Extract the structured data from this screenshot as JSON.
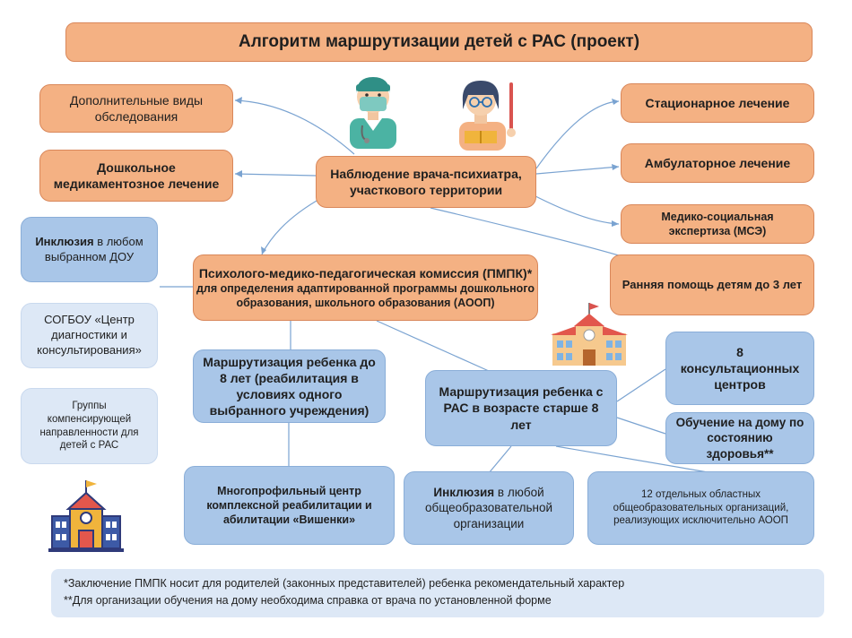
{
  "title": "Алгоритм маршрутизации детей с РАС (проект)",
  "center": {
    "line1": "Наблюдение врача-психиатра,",
    "line2": "участкового территории"
  },
  "left_top": {
    "additional_exams": "Дополнительные виды обследования",
    "preschool_medication": "Дошкольное медикаментозное лечение"
  },
  "right_top": {
    "inpatient": "Стационарное лечение",
    "outpatient": "Амбулаторное лечение",
    "mse_line1": "Медико-социальная",
    "mse_line2": "экспертиза (МСЭ)",
    "early_help": "Ранняя помощь детям до 3 лет"
  },
  "pmpk": {
    "line1": "Психолого-медико-педагогическая комиссия (ПМПК)*",
    "line2": "для определения адаптированной программы дошкольного",
    "line3": "образования, школьного образования (АООП)"
  },
  "left_side": {
    "inclusion_bold": "Инклюзия",
    "inclusion_rest": " в любом выбранном ДОУ",
    "sogbou": "СОГБОУ «Центр диагностики и консультирования»",
    "groups": "Группы компенсирующей направленности для детей с РАС"
  },
  "under8": "Маршрутизация ребенка до 8 лет (реабилитация в условиях одного выбранного учреждения)",
  "over8": "Маршрутизация ребенка с РАС в возрасте старше 8 лет",
  "consult": "8 консультационных центров",
  "homeschool": "Обучение на дому по состоянию здоровья**",
  "rehab_center": "Многопрофильный центр комплексной реабилитации и абилитации «Вишенки»",
  "inclusion_school": {
    "bold": "Инклюзия",
    "rest": " в любой общеобразовательной организации"
  },
  "aoop_orgs": "12 отдельных областных общеобразовательных организаций, реализующих исключительно АООП",
  "footnotes": {
    "line1": "*Заключение ПМПК носит для родителей (законных представителей) ребенка рекомендательный характер",
    "line2": "**Для организации обучения на дому необходима справка от врача по установленной форме"
  },
  "icons": [
    "doctor-icon",
    "teacher-icon",
    "school-building-icon",
    "kindergarten-building-icon"
  ],
  "colors": {
    "orange": "#f4b183",
    "blue": "#a9c6e8",
    "light_blue": "#dde8f6",
    "connector": "#6f98c8"
  }
}
